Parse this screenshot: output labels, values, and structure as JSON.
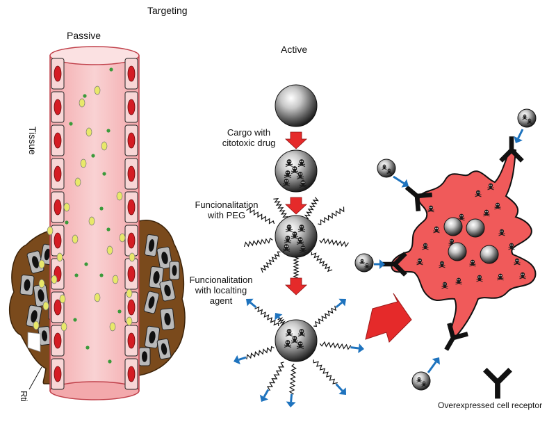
{
  "title": "Targeting",
  "passive": {
    "label": "Passive",
    "tissue_label": "Tissue",
    "rti_label": "Rti"
  },
  "active": {
    "label": "Active",
    "steps": [
      {
        "line1": "Cargo with",
        "line2": "citotoxic drug"
      },
      {
        "line1": "Funcionalitation",
        "line2": "with PEG"
      },
      {
        "line1": "Funcionalitation",
        "line2": "with localting",
        "line3": "agent"
      }
    ]
  },
  "legend": {
    "receptor_label": "Overexpressed cell receptor"
  },
  "colors": {
    "vessel_fill": "#f4b6b8",
    "vessel_stroke": "#c0404a",
    "endothelial_fill": "#f8d6d6",
    "nucleus_red": "#d41c24",
    "tissue_brown": "#7a4a1c",
    "tumor_cell_fill": "#b9b9b9",
    "drug_particle_yellow": "#e8e86a",
    "drug_particle_green": "#3a9a3a",
    "arrow_red": "#e52a2a",
    "arrow_blue": "#1e73be",
    "cancer_cell_fill": "#f05a5a",
    "receptor_black": "#111111"
  },
  "icons": {
    "drug": "skull-crossbones-icon",
    "receptor": "y-receptor-icon",
    "nanoparticle": "sphere-nanoparticle"
  }
}
